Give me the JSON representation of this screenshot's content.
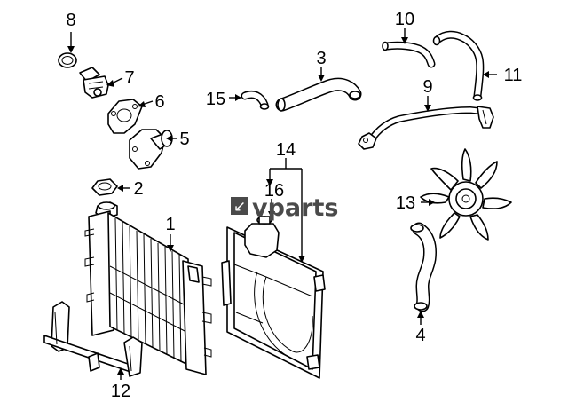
{
  "watermark": {
    "mark": "↙",
    "text": "vparts"
  },
  "callouts": {
    "c1": "1",
    "c2": "2",
    "c3": "3",
    "c4": "4",
    "c5": "5",
    "c6": "6",
    "c7": "7",
    "c8": "8",
    "c9": "9",
    "c10": "10",
    "c11": "11",
    "c12": "12",
    "c13": "13",
    "c14": "14",
    "c15": "15",
    "c16": "16"
  }
}
